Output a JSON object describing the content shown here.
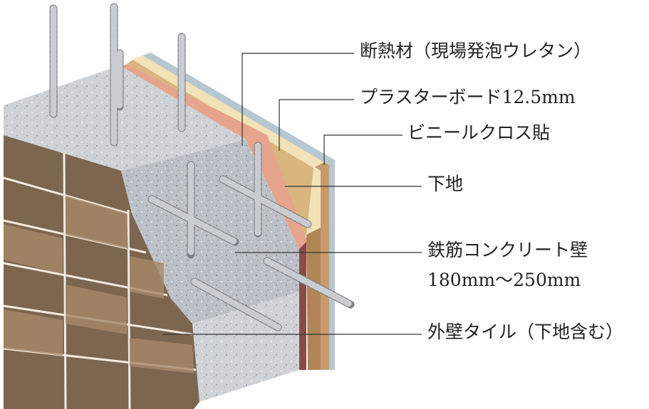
{
  "labels": {
    "insulation": "断熱材（現場発泡ウレタン）",
    "plasterboard": "プラスターボード12.5mm",
    "vinyl_cloth": "ビニールクロス貼",
    "substrate": "下地",
    "rc_wall": "鉄筋コンクリート壁",
    "rc_wall_thickness": "180mm～250mm",
    "exterior_tile": "外壁タイル（下地含む）"
  },
  "colors": {
    "concrete": "#b9bec4",
    "brick_light": "#a88a6a",
    "brick_dark": "#7d6650",
    "insulation": "#e6a48c",
    "plasterboard": "#f2e2b8",
    "substrate": "#d9b57f",
    "vinyl": "#b7c7d2",
    "rebar": "#8d9196",
    "leader": "#333333"
  }
}
